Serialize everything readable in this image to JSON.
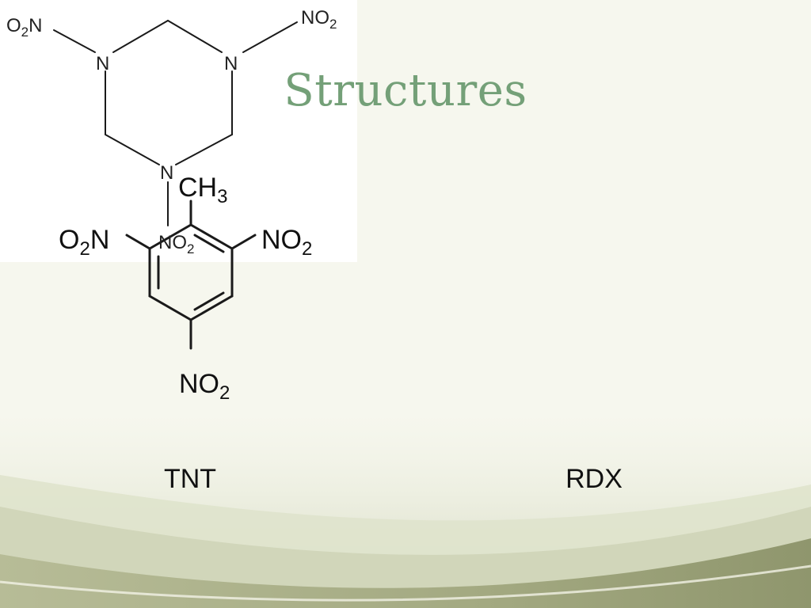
{
  "slide": {
    "title": "Structures",
    "background_color": "#f6f7ee",
    "title_color": "#74a078",
    "accent_band_color": "#a9ae88"
  },
  "molecules": [
    {
      "name": "TNT",
      "labels": {
        "top": {
          "main": "CH",
          "sub": "3",
          "post": ""
        },
        "left": {
          "main": "O",
          "sub": "2",
          "post": "N"
        },
        "right": {
          "main": "NO",
          "sub": "2",
          "post": ""
        },
        "bottom": {
          "main": "NO",
          "sub": "2",
          "post": ""
        }
      }
    },
    {
      "name": "RDX",
      "labels": {
        "ring_n": "N",
        "left": {
          "main": "O",
          "sub": "2",
          "post": "N"
        },
        "right": {
          "main": "NO",
          "sub": "2",
          "post": ""
        },
        "bottom": {
          "main": "NO",
          "sub": "2",
          "post": ""
        }
      }
    }
  ]
}
